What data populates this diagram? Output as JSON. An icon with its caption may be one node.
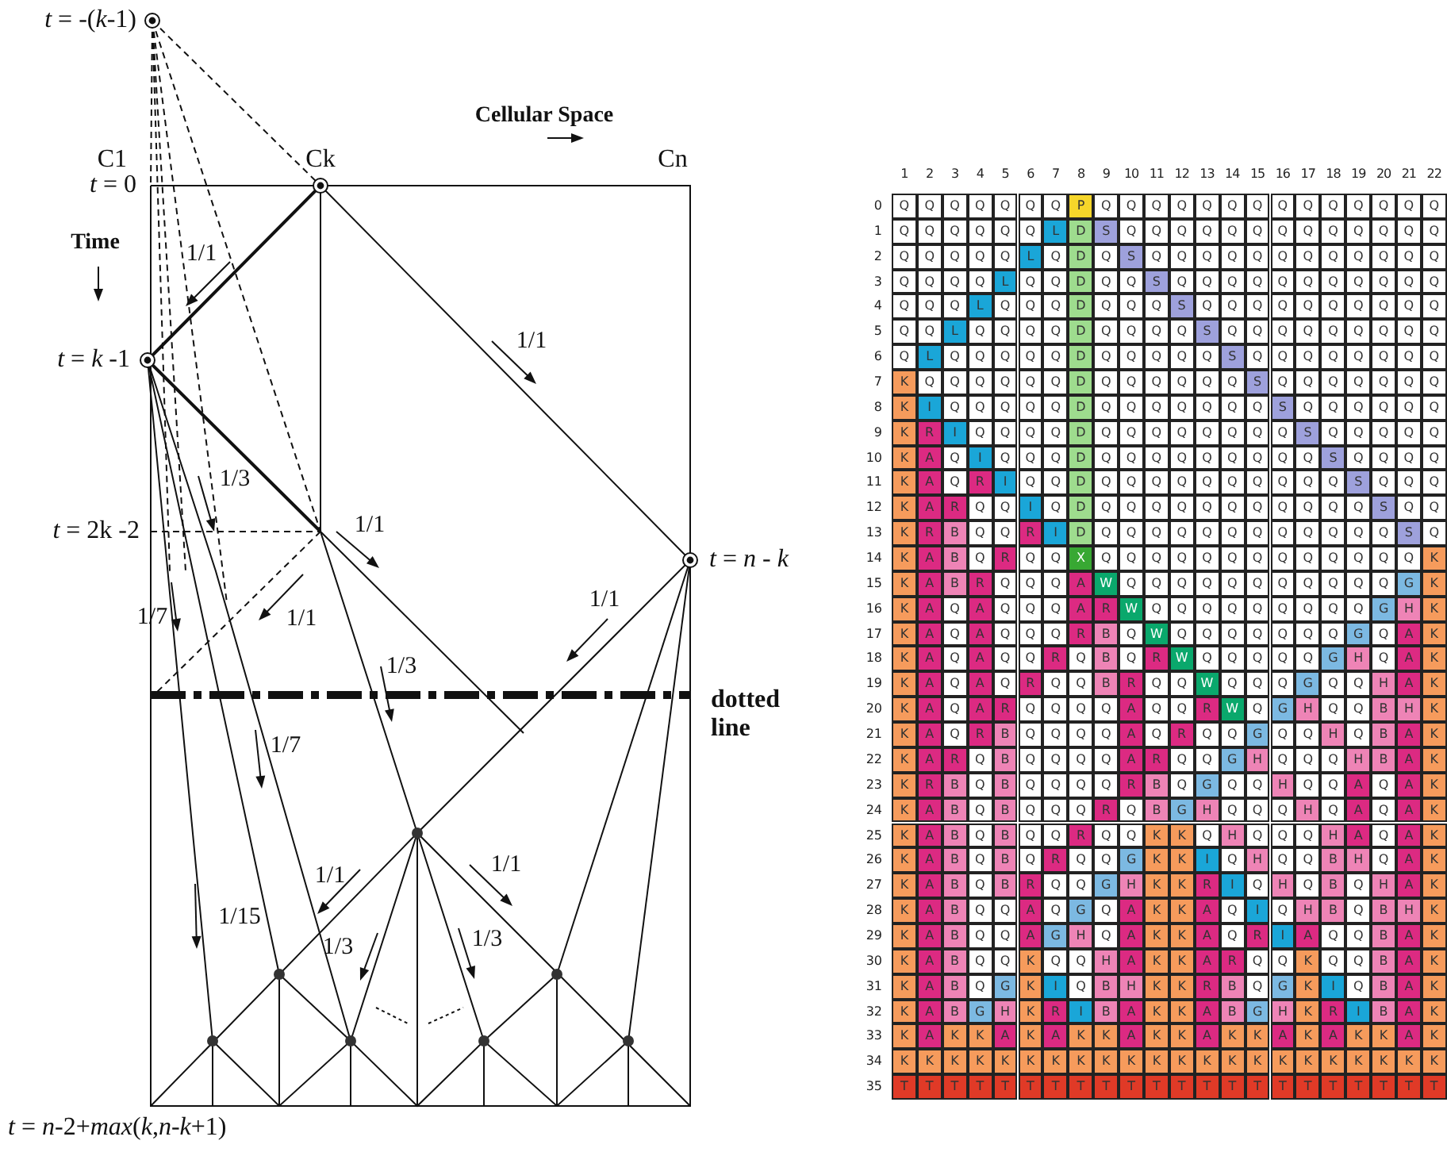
{
  "diagram": {
    "labels": [
      "*t* = -(*k*-1)",
      "Cellular Space",
      "C1",
      "Ck",
      "Cn",
      "*t* = 0",
      "Time",
      "1/1",
      "1/1",
      "*t* = *k* -1",
      "1/3",
      "*t* = 2k -2",
      "1/1",
      "*t* = *n* - *k*",
      "1/1",
      "1/7",
      "1/1",
      "1/3",
      "dotted line",
      "1/7",
      "1/1",
      "1/1",
      "1/15",
      "1/3",
      "1/3",
      "*t* = *n*-2+*max*(*k*,*n*-*k*+1)",
      "1",
      "2",
      "3",
      "4",
      "5",
      "6",
      "7",
      "8",
      "9",
      "10",
      "11",
      "12",
      "13",
      "14",
      "15",
      "16",
      "17",
      "18",
      "19",
      "20",
      "21",
      "22",
      "0",
      "Q",
      "Q",
      "Q",
      "Q",
      "Q",
      "Q",
      "Q",
      "P",
      "Q",
      "Q",
      "Q",
      "Q",
      "Q",
      "Q",
      "Q",
      "Q",
      "Q",
      "Q",
      "Q",
      "Q",
      "Q",
      "Q",
      "1",
      "Q",
      "Q",
      "Q",
      "Q",
      "Q",
      "Q",
      "L",
      "D",
      "S",
      "Q",
      "Q",
      "Q",
      "Q",
      "Q",
      "Q",
      "Q",
      "Q",
      "Q",
      "Q",
      "Q",
      "Q",
      "Q",
      "2",
      "Q",
      "Q",
      "Q",
      "Q",
      "Q",
      "L",
      "Q",
      "D",
      "Q",
      "S",
      "Q",
      "Q",
      "Q",
      "Q",
      "Q",
      "Q",
      "Q",
      "Q",
      "Q",
      "Q",
      "Q",
      "Q",
      "3",
      "Q",
      "Q",
      "Q",
      "Q",
      "L",
      "Q",
      "Q",
      "D",
      "Q",
      "Q",
      "S",
      "Q",
      "Q",
      "Q",
      "Q",
      "Q",
      "Q",
      "Q",
      "Q",
      "Q",
      "Q",
      "Q",
      "4",
      "Q",
      "Q",
      "Q",
      "L",
      "Q",
      "Q",
      "Q",
      "D",
      "Q",
      "Q",
      "Q",
      "S",
      "Q",
      "Q",
      "Q",
      "Q",
      "Q",
      "Q",
      "Q",
      "Q",
      "Q",
      "Q",
      "5",
      "Q",
      "Q",
      "L",
      "Q",
      "Q",
      "Q",
      "Q",
      "D",
      "Q",
      "Q",
      "Q",
      "Q",
      "S",
      "Q",
      "Q",
      "Q",
      "Q",
      "Q",
      "Q",
      "Q",
      "Q",
      "Q",
      "6",
      "Q",
      "L",
      "Q",
      "Q",
      "Q",
      "Q",
      "Q",
      "D",
      "Q",
      "Q",
      "Q",
      "Q",
      "Q",
      "S",
      "Q",
      "Q",
      "Q",
      "Q",
      "Q",
      "Q",
      "Q",
      "Q",
      "7",
      "K",
      "Q",
      "Q",
      "Q",
      "Q",
      "Q",
      "Q",
      "D",
      "Q",
      "Q",
      "Q",
      "Q",
      "Q",
      "Q",
      "S",
      "Q",
      "Q",
      "Q",
      "Q",
      "Q",
      "Q",
      "Q",
      "8",
      "K",
      "I",
      "Q",
      "Q",
      "Q",
      "Q",
      "Q",
      "D",
      "Q",
      "Q",
      "Q",
      "Q",
      "Q",
      "Q",
      "Q",
      "S",
      "Q",
      "Q",
      "Q",
      "Q",
      "Q",
      "Q",
      "9",
      "K",
      "R",
      "I",
      "Q",
      "Q",
      "Q",
      "Q",
      "D",
      "Q",
      "Q",
      "Q",
      "Q",
      "Q",
      "Q",
      "Q",
      "Q",
      "S",
      "Q",
      "Q",
      "Q",
      "Q",
      "Q",
      "10",
      "K",
      "A",
      "Q",
      "I",
      "Q",
      "Q",
      "Q",
      "D",
      "Q",
      "Q",
      "Q",
      "Q",
      "Q",
      "Q",
      "Q",
      "Q",
      "Q",
      "S",
      "Q",
      "Q",
      "Q",
      "Q",
      "11",
      "K",
      "A",
      "Q",
      "R",
      "I",
      "Q",
      "Q",
      "D",
      "Q",
      "Q",
      "Q",
      "Q",
      "Q",
      "Q",
      "Q",
      "Q",
      "Q",
      "Q",
      "S",
      "Q",
      "Q",
      "Q",
      "12",
      "K",
      "A",
      "R",
      "Q",
      "Q",
      "I",
      "Q",
      "D",
      "Q",
      "Q",
      "Q",
      "Q",
      "Q",
      "Q",
      "Q",
      "Q",
      "Q",
      "Q",
      "Q",
      "S",
      "Q",
      "Q",
      "13",
      "K",
      "R",
      "B",
      "Q",
      "Q",
      "R",
      "I",
      "D",
      "Q",
      "Q",
      "Q",
      "Q",
      "Q",
      "Q",
      "Q",
      "Q",
      "Q",
      "Q",
      "Q",
      "Q",
      "S",
      "Q",
      "14",
      "K",
      "A",
      "B",
      "Q",
      "R",
      "Q",
      "Q",
      "X",
      "Q",
      "Q",
      "Q",
      "Q",
      "Q",
      "Q",
      "Q",
      "Q",
      "Q",
      "Q",
      "Q",
      "Q",
      "Q",
      "K",
      "15",
      "K",
      "A",
      "B",
      "R",
      "Q",
      "Q",
      "Q",
      "A",
      "W",
      "Q",
      "Q",
      "Q",
      "Q",
      "Q",
      "Q",
      "Q",
      "Q",
      "Q",
      "Q",
      "Q",
      "G",
      "K",
      "16",
      "K",
      "A",
      "Q",
      "A",
      "Q",
      "Q",
      "Q",
      "A",
      "R",
      "W",
      "Q",
      "Q",
      "Q",
      "Q",
      "Q",
      "Q",
      "Q",
      "Q",
      "Q",
      "G",
      "H",
      "K",
      "17",
      "K",
      "A",
      "Q",
      "A",
      "Q",
      "Q",
      "Q",
      "R",
      "B",
      "Q",
      "W",
      "Q",
      "Q",
      "Q",
      "Q",
      "Q",
      "Q",
      "Q",
      "G",
      "Q",
      "A",
      "K",
      "18",
      "K",
      "A",
      "Q",
      "A",
      "Q",
      "Q",
      "R",
      "Q",
      "B",
      "Q",
      "R",
      "W",
      "Q",
      "Q",
      "Q",
      "Q",
      "Q",
      "G",
      "H",
      "Q",
      "A",
      "K",
      "19",
      "K",
      "A",
      "Q",
      "A",
      "Q",
      "R",
      "Q",
      "Q",
      "B",
      "R",
      "Q",
      "Q",
      "W",
      "Q",
      "Q",
      "Q",
      "G",
      "Q",
      "Q",
      "H",
      "A",
      "K",
      "20",
      "K",
      "A",
      "Q",
      "A",
      "R",
      "Q",
      "Q",
      "Q",
      "Q",
      "A",
      "Q",
      "Q",
      "R",
      "W",
      "Q",
      "G",
      "H",
      "Q",
      "Q",
      "B",
      "H",
      "K",
      "21",
      "K",
      "A",
      "Q",
      "R",
      "B",
      "Q",
      "Q",
      "Q",
      "Q",
      "A",
      "Q",
      "R",
      "Q",
      "Q",
      "G",
      "Q",
      "Q",
      "H",
      "Q",
      "B",
      "A",
      "K",
      "22",
      "K",
      "A",
      "R",
      "Q",
      "B",
      "Q",
      "Q",
      "Q",
      "Q",
      "A",
      "R",
      "Q",
      "Q",
      "G",
      "H",
      "Q",
      "Q",
      "Q",
      "H",
      "B",
      "A",
      "K",
      "23",
      "K",
      "R",
      "B",
      "Q",
      "B",
      "Q",
      "Q",
      "Q",
      "Q",
      "R",
      "B",
      "Q",
      "G",
      "Q",
      "Q",
      "H",
      "Q",
      "Q",
      "A",
      "Q",
      "A",
      "K",
      "24",
      "K",
      "A",
      "B",
      "Q",
      "B",
      "Q",
      "Q",
      "Q",
      "R",
      "Q",
      "B",
      "G",
      "H",
      "Q",
      "Q",
      "Q",
      "H",
      "Q",
      "A",
      "Q",
      "A",
      "K",
      "25",
      "K",
      "A",
      "B",
      "Q",
      "B",
      "Q",
      "Q",
      "R",
      "Q",
      "Q",
      "K",
      "K",
      "Q",
      "H",
      "Q",
      "Q",
      "Q",
      "H",
      "A",
      "Q",
      "A",
      "K",
      "26",
      "K",
      "A",
      "B",
      "Q",
      "B",
      "Q",
      "R",
      "Q",
      "Q",
      "G",
      "K",
      "K",
      "I",
      "Q",
      "H",
      "Q",
      "Q",
      "B",
      "H",
      "Q",
      "A",
      "K",
      "27",
      "K",
      "A",
      "B",
      "Q",
      "B",
      "R",
      "Q",
      "Q",
      "G",
      "H",
      "K",
      "K",
      "R",
      "I",
      "Q",
      "H",
      "Q",
      "B",
      "Q",
      "H",
      "A",
      "K",
      "28",
      "K",
      "A",
      "B",
      "Q",
      "Q",
      "A",
      "Q",
      "G",
      "Q",
      "A",
      "K",
      "K",
      "A",
      "Q",
      "I",
      "Q",
      "H",
      "B",
      "Q",
      "B",
      "H",
      "K",
      "29",
      "K",
      "A",
      "B",
      "Q",
      "Q",
      "A",
      "G",
      "H",
      "Q",
      "A",
      "K",
      "K",
      "A",
      "Q",
      "R",
      "I",
      "A",
      "Q",
      "Q",
      "B",
      "A",
      "K",
      "30",
      "K",
      "A",
      "B",
      "Q",
      "Q",
      "K",
      "Q",
      "Q",
      "H",
      "A",
      "K",
      "K",
      "A",
      "R",
      "Q",
      "Q",
      "K",
      "Q",
      "Q",
      "B",
      "A",
      "K",
      "31",
      "K",
      "A",
      "B",
      "Q",
      "G",
      "K",
      "I",
      "Q",
      "B",
      "H",
      "K",
      "K",
      "R",
      "B",
      "Q",
      "G",
      "K",
      "I",
      "Q",
      "B",
      "A",
      "K",
      "32",
      "K",
      "A",
      "B",
      "G",
      "H",
      "K",
      "R",
      "I",
      "B",
      "A",
      "K",
      "K",
      "A",
      "B",
      "G",
      "H",
      "K",
      "R",
      "I",
      "B",
      "A",
      "K",
      "33",
      "K",
      "A",
      "K",
      "K",
      "A",
      "K",
      "A",
      "K",
      "K",
      "A",
      "K",
      "K",
      "A",
      "K",
      "K",
      "A",
      "K",
      "A",
      "K",
      "K",
      "A",
      "K",
      "34",
      "K",
      "K",
      "K",
      "K",
      "K",
      "K",
      "K",
      "K",
      "K",
      "K",
      "K",
      "K",
      "K",
      "K",
      "K",
      "K",
      "K",
      "K",
      "K",
      "K",
      "K",
      "K",
      "35",
      "T",
      "T",
      "T",
      "T",
      "T",
      "T",
      "T",
      "T",
      "T",
      "T",
      "T",
      "T",
      "T",
      "T",
      "T",
      "T",
      "T",
      "T",
      "T",
      "T",
      "T",
      "T"
    ]
  }
}
